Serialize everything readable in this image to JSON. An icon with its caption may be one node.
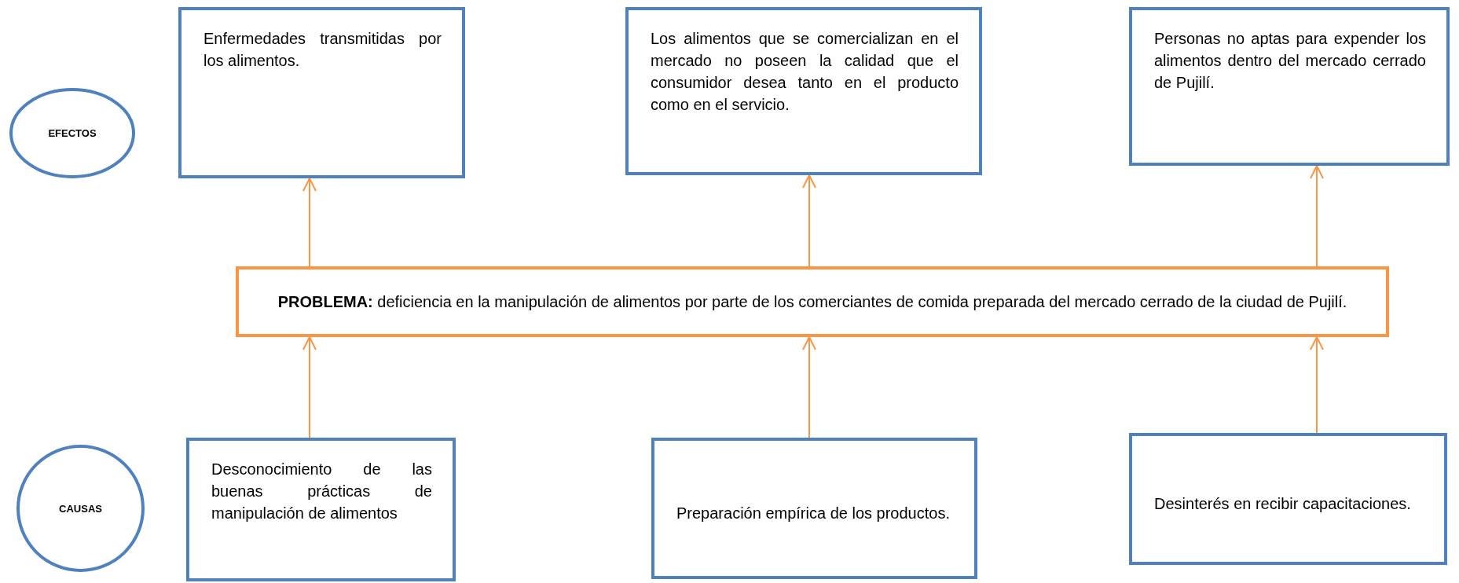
{
  "diagram": {
    "nodes": [
      {
        "text": [
          "EFECTOS"
        ]
      },
      {
        "text": [
          "Enfermedades transmitidas por los alimentos."
        ]
      },
      {
        "text": [
          "Los alimentos que se comercializan en el mercado no poseen la calidad que el consumidor desea tanto en el producto como en el servicio."
        ]
      },
      {
        "text": [
          "Personas no aptas para expender los alimentos dentro del mercado cerrado de Pujilí."
        ]
      },
      {
        "text": [
          "**PROBLEMA:** deficiencia en la manipulación de alimentos por parte de los comerciantes de comida preparada del mercado cerrado de la ciudad de Pujilí."
        ]
      },
      {
        "text": [
          "CAUSAS"
        ]
      },
      {
        "text": [
          "Desconocimiento de las buenas prácticas de manipulación de alimentos"
        ]
      },
      {
        "text": [
          "Preparación empírica de los productos."
        ]
      },
      {
        "text": [
          "Desinterés en recibir capacitaciones."
        ]
      }
    ],
    "edges": [
      {
        "from": 4,
        "to": 1,
        "arrow": "to"
      },
      {
        "from": 4,
        "to": 2,
        "arrow": "to"
      },
      {
        "from": 4,
        "to": 3,
        "arrow": "to"
      },
      {
        "from": 6,
        "to": 4,
        "arrow": "to"
      },
      {
        "from": 7,
        "to": 4,
        "arrow": "to"
      },
      {
        "from": 8,
        "to": 4,
        "arrow": "to"
      }
    ]
  }
}
